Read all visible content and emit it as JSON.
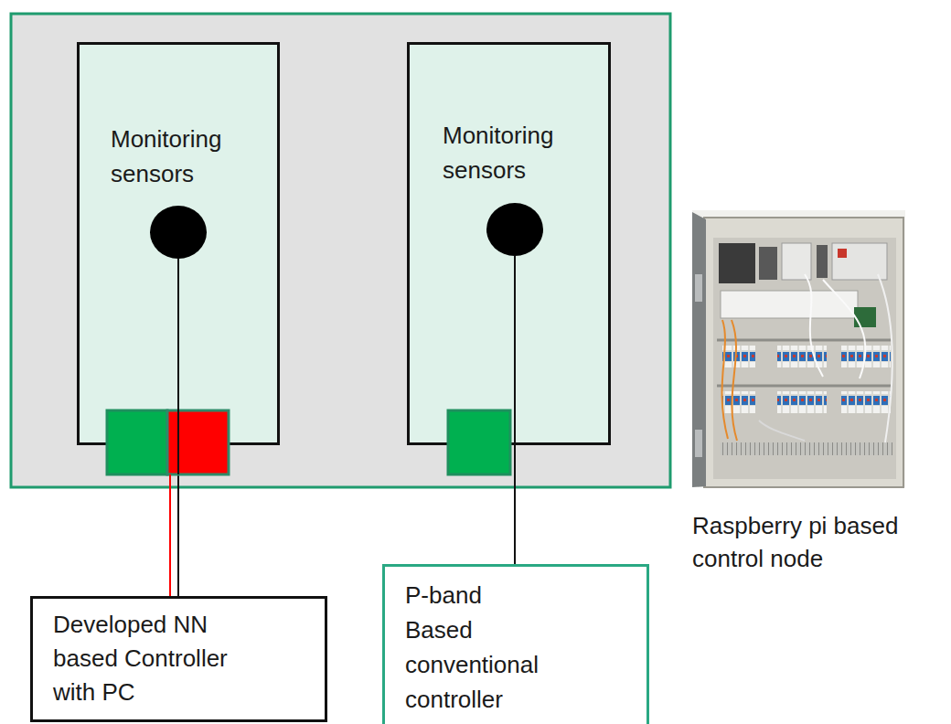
{
  "diagram": {
    "nodes": [
      {
        "text": [
          "Monitoring sensors"
        ]
      },
      {
        "text": [
          "Monitoring sensors"
        ]
      },
      {
        "text": [
          "Developed NN based Controller with PC"
        ]
      },
      {
        "text": [
          "P-band Based conventional controller"
        ]
      }
    ],
    "edges": [
      {
        "from": 0,
        "to": 2,
        "arrow": "none"
      },
      {
        "from": 1,
        "to": 3,
        "arrow": "none"
      }
    ],
    "labels": [
      "Raspberry pi based control node"
    ]
  }
}
